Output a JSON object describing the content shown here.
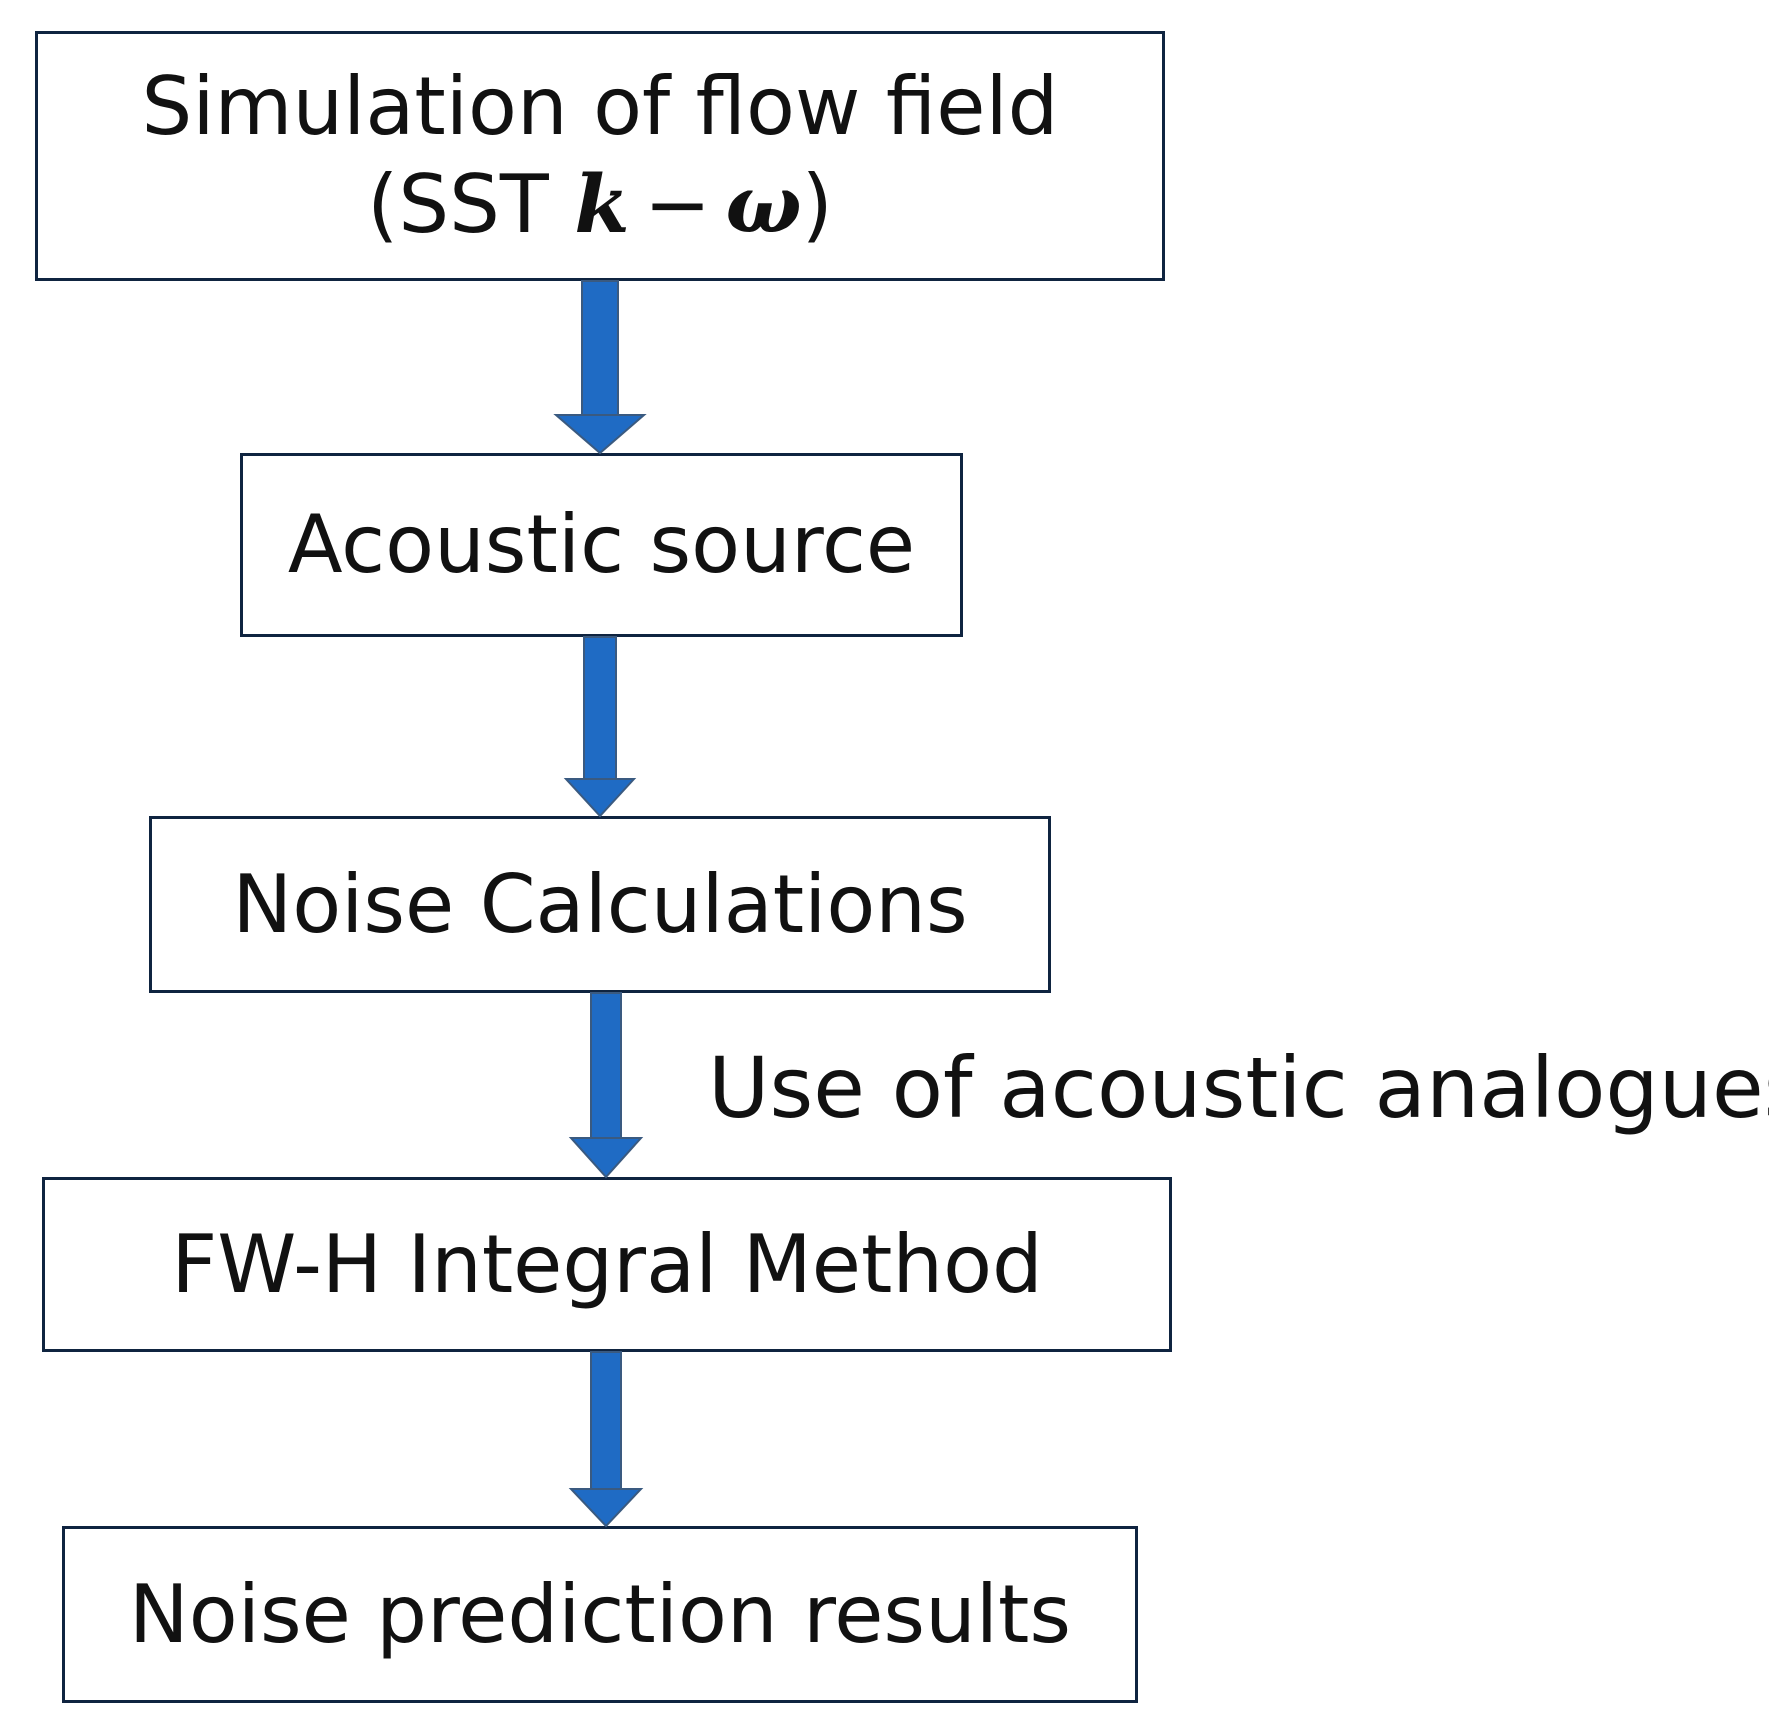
{
  "diagram": {
    "boxes": [
      {
        "id": "flow-field",
        "line1": "Simulation of flow field",
        "line2": {
          "open": "(",
          "prefix": "SST ",
          "var_k": "k",
          "minus": "−",
          "var_omega": "ω",
          "close": ")"
        }
      },
      {
        "id": "acoustic-source",
        "label": "Acoustic source"
      },
      {
        "id": "noise-calculations",
        "label": "Noise Calculations"
      },
      {
        "id": "fwh-method",
        "label": "FW-H Integral Method"
      },
      {
        "id": "noise-results",
        "label": "Noise prediction results"
      }
    ],
    "edge_label": "Use of acoustic analogues",
    "colors": {
      "arrow_fill": "#1f6bc4",
      "arrow_edge": "#3a5a80",
      "box_border": "#0f2440",
      "text": "#111111"
    }
  }
}
